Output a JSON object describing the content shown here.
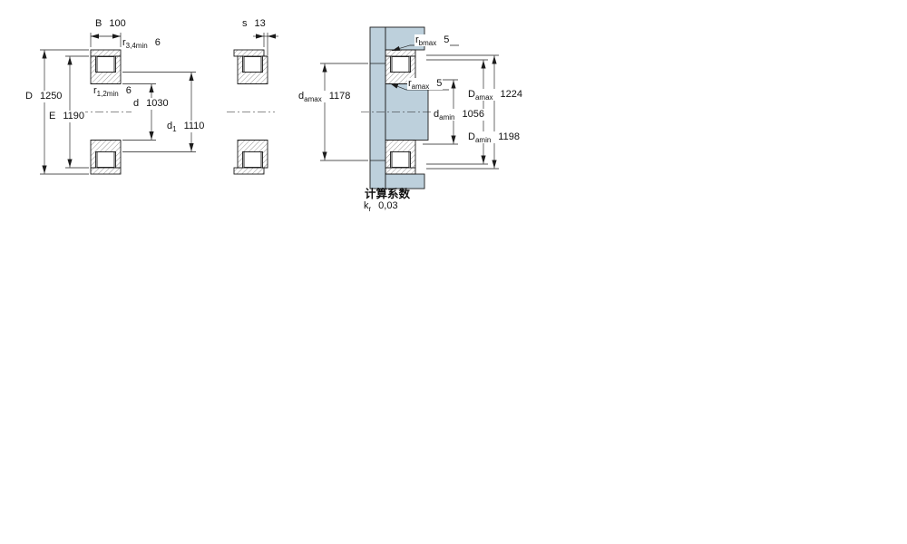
{
  "colors": {
    "line": "#1c1c1c",
    "steel": "#bdd0dc",
    "hatch": "#3a3a3a"
  },
  "dims": {
    "B": {
      "base": "B",
      "sub": "",
      "value": "100"
    },
    "r34": {
      "base": "r",
      "sub": "3,4min",
      "value": "6"
    },
    "D": {
      "base": "D",
      "sub": "",
      "value": "1250"
    },
    "r12": {
      "base": "r",
      "sub": "1,2min",
      "value": "6"
    },
    "E": {
      "base": "E",
      "sub": "",
      "value": "1190"
    },
    "d": {
      "base": "d",
      "sub": "",
      "value": "1030"
    },
    "d1": {
      "base": "d",
      "sub": "1",
      "value": "1110"
    },
    "s": {
      "base": "s",
      "sub": "",
      "value": "13"
    },
    "rb": {
      "base": "r",
      "sub": "bmax",
      "value": "5"
    },
    "da_max": {
      "base": "d",
      "sub": "amax",
      "value": "1178"
    },
    "ra": {
      "base": "r",
      "sub": "amax",
      "value": "5"
    },
    "Da_max": {
      "base": "D",
      "sub": "amax",
      "value": "1224"
    },
    "da_min": {
      "base": "d",
      "sub": "amin",
      "value": "1056"
    },
    "Da_min": {
      "base": "D",
      "sub": "amin",
      "value": "1198"
    }
  },
  "calc": {
    "heading": "计算系数",
    "kr": {
      "base": "k",
      "sub": "r",
      "value": "0,03"
    }
  }
}
